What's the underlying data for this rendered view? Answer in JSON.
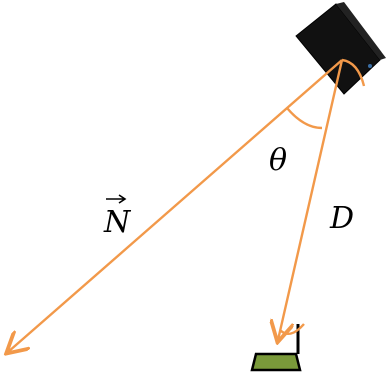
{
  "colors": {
    "arrow": "#f2994a",
    "device_body": "#111111",
    "receiver_base": "#7a9a3a",
    "outline": "#000000"
  },
  "icons": {
    "transmitter": "satellite-device-icon",
    "receiver": "antenna-receiver-icon"
  },
  "labels": {
    "normal_vector": "N",
    "angle": "θ",
    "distance": "D"
  }
}
